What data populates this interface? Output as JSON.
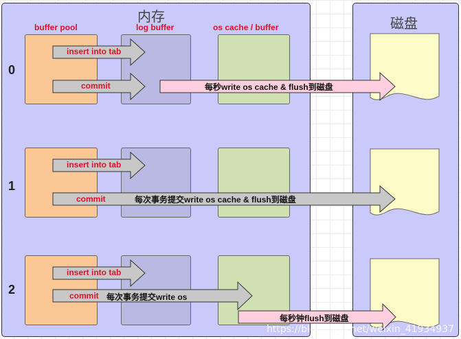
{
  "memory": {
    "title": "内存"
  },
  "disk": {
    "title": "磁盘"
  },
  "columns": {
    "buffer_pool": "buffer pool",
    "log_buffer": "log buffer",
    "os_cache": "os cache / buffer"
  },
  "rows": [
    {
      "label": "0",
      "insert": "insert into tab",
      "commit": "commit",
      "flush": "每秒write os cache & flush到磁盘"
    },
    {
      "label": "1",
      "insert": "insert into tab",
      "commit": "commit",
      "flush": "每次事务提交write os cache & flush到磁盘"
    },
    {
      "label": "2",
      "insert": "insert into tab",
      "commit": "commit",
      "commit_note": "每次事务提交write os",
      "flush": "每秒钟flush到磁盘"
    }
  ],
  "colors": {
    "memory_panel": "#c9c9fb",
    "buffer_pool_box": "#fbc795",
    "log_buffer_box": "#b9b9e3",
    "os_cache_box": "#cfe0b3",
    "disk_page": "#fdfcc8",
    "grey_arrow": "#c8c8c8",
    "pink_arrow": "#ffcfe0",
    "label_red": "#e0102a"
  },
  "watermark": "https://blog.csdn.net/weixin_41934937"
}
